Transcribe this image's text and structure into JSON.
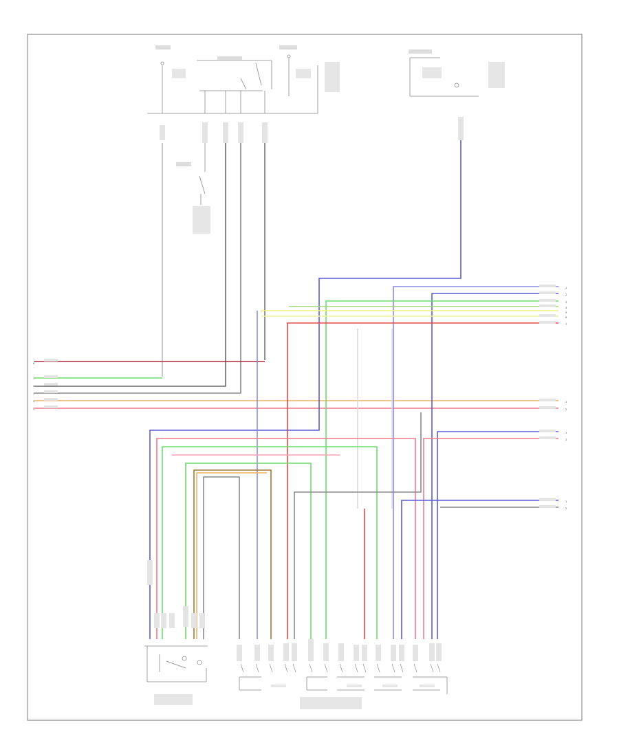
{
  "diagram_code": "",
  "colors": {
    "gray": "#888888",
    "dark_gray": "#666666",
    "red_dark": "#b0283c",
    "green": "#6ddc6d",
    "yellow": "#f2f27a",
    "orange": "#f0b060",
    "pink": "#f07a8a",
    "red": "#e84848",
    "blue": "#5a5ad8",
    "light_blue": "#8a8ae8",
    "brown": "#a07a3a"
  },
  "connectors": {
    "left_pins": [
      "1",
      "2",
      "3",
      "4",
      "5",
      "6"
    ],
    "right_top_pins": [
      "1",
      "2",
      "3",
      "4",
      "5",
      "6",
      "7"
    ],
    "right_mid_pins": [
      "1",
      "2"
    ],
    "right_mid2_pins": [
      "1",
      "2"
    ],
    "right_bot_pins": [
      "1",
      "2"
    ]
  }
}
